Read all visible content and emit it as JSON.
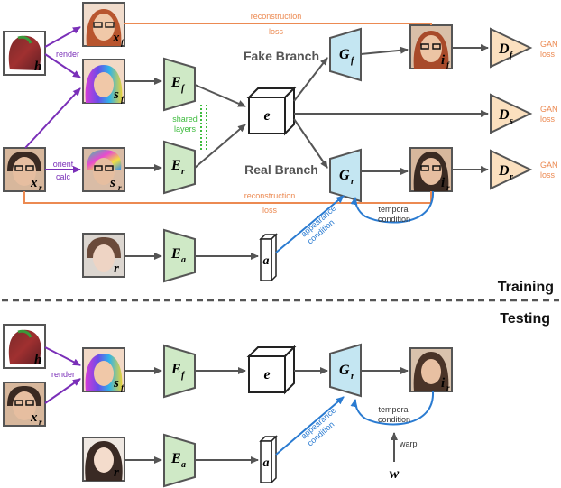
{
  "sections": {
    "fake_branch": "Fake Branch",
    "real_branch": "Real Branch",
    "training": "Training",
    "testing": "Testing"
  },
  "edge_labels": {
    "render": "render",
    "render_test": "render",
    "orient": "orient",
    "calc": "calc",
    "reconstruction_top": "reconstruction",
    "loss_top": "loss",
    "reconstruction_bottom": "reconstruction",
    "loss_bottom": "loss",
    "shared": "shared",
    "layers": "layers",
    "appearance": "appearance",
    "condition": "condition",
    "appearance_test": "appearance",
    "condition_test": "condition",
    "temporal": "temporal",
    "temporal_cond": "condition",
    "temporal_test": "temporal",
    "temporal_cond_test": "condition",
    "warp": "warp",
    "gan": "GAN",
    "gan_loss": "loss"
  },
  "symbols": {
    "h": "h",
    "x": "x",
    "s": "s",
    "i": "i",
    "r": "r",
    "w": "w",
    "e": "e",
    "a": "a",
    "E": "E",
    "G": "G",
    "D": "D",
    "f": "f",
    "sub_r": "r",
    "sub_s": "s",
    "sub_a": "a"
  },
  "colors": {
    "purple": "#7a2fb8",
    "orange": "#ec8a52",
    "green_dots": "#3dbb3d",
    "blue": "#2a7bd1",
    "encoder_fill": "#cfe9c6",
    "generator_fill": "#c4e6f2",
    "disc_fill": "#fbe0bf",
    "arrow_gray": "#555555"
  }
}
